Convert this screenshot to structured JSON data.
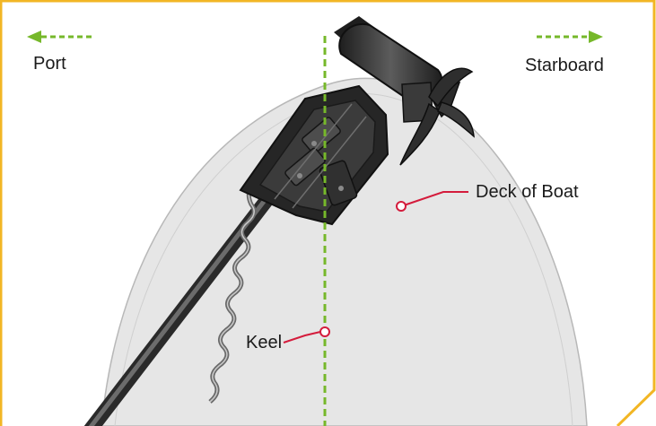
{
  "labels": {
    "port": "Port",
    "starboard": "Starboard",
    "deck": "Deck of Boat",
    "keel": "Keel"
  },
  "colors": {
    "frame": "#f2b624",
    "guide": "#76b82a",
    "callout": "#d41c3c",
    "deck_fill": "#e6e6e6",
    "deck_edge": "#b8b8b8",
    "motor_dark": "#2b2b2b",
    "motor_mid": "#555555"
  },
  "icons": {
    "port_arrow": "arrow-left-icon",
    "starboard_arrow": "arrow-right-icon"
  }
}
